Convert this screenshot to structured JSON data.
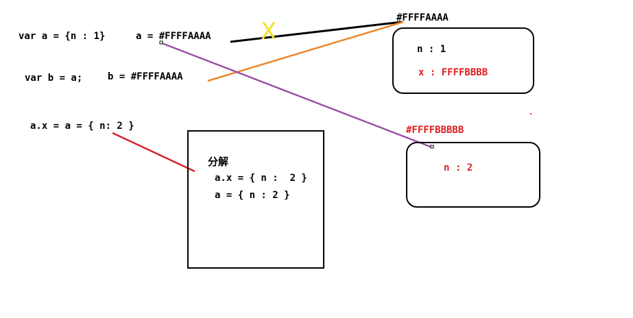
{
  "code": {
    "line1": "var a = {n : 1}",
    "line1_ref": "a = #FFFFAAAA",
    "line2": "var b = a;",
    "line2_ref": "b = #FFFFAAAA",
    "line3": "a.x = a = { n: 2 }"
  },
  "crossed_mark": "X",
  "heap": {
    "object1": {
      "address": "#FFFFAAAA",
      "prop_n": "n : 1",
      "prop_x": "x : FFFFBBBB"
    },
    "object2": {
      "address": "#FFFFBBBBB",
      "prop_n": "n : 2"
    }
  },
  "decomposition": {
    "title": "分解",
    "step1": "a.x = { n :  2 }",
    "step2": "a = { n : 2 }"
  },
  "colors": {
    "black_line": "#000000",
    "orange_line": "#f0852a",
    "purple_line": "#9b4fa6",
    "red_line": "#d8202a",
    "cross_mark": "#f2e02a",
    "red_text": "#e01e1e"
  }
}
